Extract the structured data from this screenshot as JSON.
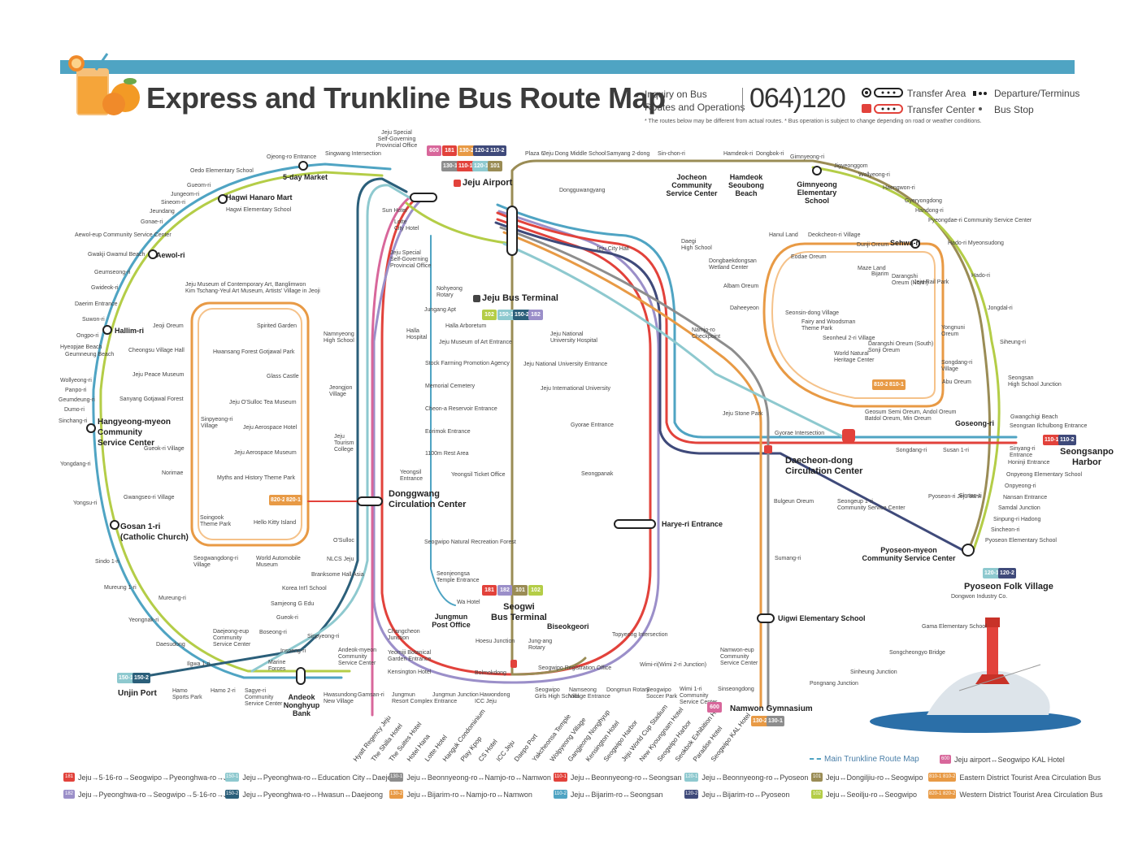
{
  "header": {
    "title": "Express and Trunkline Bus Route Map",
    "inquiry_line1": "Inquiry on Bus",
    "inquiry_line2": "Routes and Operations",
    "phone": "064)120",
    "legend_transfer_area": "Transfer Area",
    "legend_transfer_center": "Transfer Center",
    "legend_departure": "Departure/Terminus",
    "legend_bus_stop": "Bus Stop",
    "note": "* The routes below may be different from actual routes.  * Bus operation is subject to change depending on road or weather conditions."
  },
  "colors": {
    "topbar": "#4fa4c3",
    "r181": "#e2423b",
    "r182": "#9b8fc9",
    "r130": "#8d8d8d",
    "r120": "#e89a45",
    "r110": "#3f4a7a",
    "r101": "#9a8c55",
    "r102": "#b4cd47",
    "r150a": "#8ec9cf",
    "r150b": "#2b5f7a",
    "r600": "#d8679b",
    "outer_green": "#b4cd47",
    "outer_blue": "#4fa4c3"
  },
  "hubs": [
    {
      "id": "jeju-airport",
      "label": "Jeju Airport"
    },
    {
      "id": "jeju-bus-terminal",
      "label": "Jeju Bus Terminal"
    },
    {
      "id": "dongwang",
      "label": "Donggwang\nCirculation Center"
    },
    {
      "id": "seogwi",
      "label": "Seogwi\nBus Terminal"
    },
    {
      "id": "daecheon",
      "label": "Daecheon-dong\nCirculation Center"
    },
    {
      "id": "pyoseon-folk",
      "label": "Pyoseon Folk Village"
    },
    {
      "id": "seongsanpo",
      "label": "Seongsanpo\nHarbor"
    },
    {
      "id": "namwon",
      "label": "Namwon Gymnasium"
    },
    {
      "id": "unjin",
      "label": "Unjin Port"
    },
    {
      "id": "gosan",
      "label": "Gosan 1-ri\n(Catholic Church)"
    },
    {
      "id": "hangyeong",
      "label": "Hangyeong-myeon\nCommunity\nService Center"
    }
  ],
  "major_stops": [
    {
      "label": "5-day Market"
    },
    {
      "label": "Hagwi Hanaro Mart"
    },
    {
      "label": "Aewol-ri"
    },
    {
      "label": "Hallim-ri"
    },
    {
      "label": "Jocheon\nCommunity\nService Center"
    },
    {
      "label": "Hamdeok\nSeoubong\nBeach"
    },
    {
      "label": "Gimnyeong\nElementary\nSchool"
    },
    {
      "label": "Sehwa-ri"
    },
    {
      "label": "Goseong-ri"
    },
    {
      "label": "Pyoseon-myeon\nCommunity Service Center"
    },
    {
      "label": "Uigwi Elementary School"
    },
    {
      "label": "Harye-ri Entrance"
    },
    {
      "label": "Biseokgeori"
    },
    {
      "label": "Jungmun\nPost Office"
    },
    {
      "label": "Andeok\nNonghyup\nBank"
    },
    {
      "label": "Mureung-ri"
    }
  ],
  "minor_stops": [
    "Ojeong-ro Entrance",
    "Singwang Intersection",
    "Jeju Special\nSelf-Governing\nProvincial Office",
    "Plaza 6",
    "Jeju Dong Middle School",
    "Samyang 2-dong",
    "Sin-chon-ri",
    "Hamdeok-ri",
    "Dongbok-ri",
    "Gimnyeong-ri",
    "Oedo Elementary School",
    "Gueom-ri",
    "Jungeom-ri",
    "Sineom-ri",
    "Jeundang",
    "Gonae-ri",
    "Hagwi Elementary School",
    "Aewol-eup Community Service Center",
    "Gwakji Gwamul Beach",
    "Geumseong-ri",
    "Gwideok-ri",
    "Daerim Entrance",
    "Suwon-ri",
    "Ongpo-ri",
    "Hyeopjae Beach",
    "Geumneung Beach",
    "Wollyeong-ri",
    "Panpo-ri",
    "Geumdeung-ri",
    "Dumo-ri",
    "Sinchang-ri",
    "Yongdang-ri",
    "Yongsu-ri",
    "Sindo 1-ri",
    "Mureung 1-ri",
    "Yeongnak-ri",
    "Daesudong",
    "Ilgwa 1-ri",
    "Jeju Museum of Contemporary Art, Banglimwon\nKim Tschang-Yeul Art Museum, Artists' Village in Jeoji",
    "Jeoji Oreum",
    "Spirited Garden",
    "Cheongsu Village Hall",
    "Hwansang Forest Gotjawal Park",
    "Jeju Peace Museum",
    "Glass Castle",
    "Sanyang Gotjawal Forest",
    "Jeju O'Sulloc Tea Museum",
    "Sinpyeong-ri\nVillage",
    "Jeju Aerospace Hotel",
    "Gueok-ri Village",
    "Jeju Aerospace Museum",
    "Norimae",
    "Myths and History Theme Park",
    "Gwangseo-ri Village",
    "Soingook\nTheme Park",
    "Hello Kitty Island",
    "Seogwangdong-ri\nVillage",
    "World Automobile\nMuseum",
    "Sun Hotel",
    "Lotte\nCity Hotel",
    "Jeju Special\nSelf-Governing\nProvincial Office",
    "Namnyeong\nHigh School",
    "Halla\nHospital",
    "Jeongjon\nVillage",
    "Jeju\nTourism\nCollege",
    "O'Sulloc",
    "NLCS Jeju",
    "Branksome Hall Asia",
    "Korea Int'l School",
    "Samjeong G Edu",
    "Gueok-ri",
    "Boseong-ri",
    "Sinpyeong-ri",
    "Insoeng-ri",
    "Marine\nForces",
    "Daejeong-eup\nCommunity\nService Center",
    "Hamo\nSports Park",
    "Hamo 2-ri",
    "Sagye-ri\nCommunity\nService Center",
    "Hwasundong\nNew Village",
    "Gamsan-ri",
    "Andeok-myeon\nCommunity\nService Center",
    "Nohyeong\nRotary",
    "Jungang Apt",
    "Halla Arboretum",
    "Jeju Museum of Art Entrance",
    "Stock Farming Promotion Agency",
    "Memorial Cemetery",
    "Cheon-a Reservoir Entrance",
    "Eorimok Entrance",
    "1100m Rest Area",
    "Yeongsil\nEntrance",
    "Yeongsil Ticket Office",
    "Seogwipo Natural Recreation Forest",
    "Seonjeongsa\nTemple Entrance",
    "Wa Hotel",
    "Changcheon\nJunction",
    "Yeomiji Botanical\nGarden Entrance",
    "Kensington Hotel",
    "Hoesu Junction",
    "Jung-ang\nRotary",
    "Seogwipo Registration Office",
    "Bolmokdong",
    "Jungmun\nResort Complex Entrance",
    "Jungmun Junction",
    "Hawondong",
    "ICC Jeju",
    "Dongguwangyang",
    "Jeju City Hall",
    "Jeju National\nUniversity Hospital",
    "Jeju National University Entrance",
    "Jeju International University",
    "Gyorae Entrance",
    "Seongpanak",
    "Topyeong Intersection",
    "Seogwipo\nGirls High School",
    "Namseong\nVillage Entrance",
    "Dongmun Rotary",
    "Seogwipo\nSoccer Park",
    "Wimi 1-ri\nCommunity\nService Center",
    "Sinseongdong",
    "Wimi-ri(Wimi 2-ri Junction)",
    "Namwon-eup\nCommunity\nService Center",
    "Daegi\nHigh School",
    "Dongbaekdongsan\nWetland Center",
    "Albam Oreum",
    "Daheeyeon",
    "Namjo-ro\nCheckpoint",
    "Jeju Stone Park",
    "Gyorae Intersection",
    "Bulgeun Oreum",
    "Sumang-ri",
    "Hanul Land",
    "Deokcheon-ri Village",
    "Eodae Oreum",
    "Dunji Oreum",
    "Maze Land",
    "Bijarim",
    "Darangshi\nOreum (North)",
    "Jeju Rail Park",
    "Seonsin-dong Village",
    "Fairy and Woodsman\nTheme Park",
    "Seonheul 2-ri Village",
    "World Natural\nHeritage Center",
    "Darangshi Oreum (South)\nSonji Oreum",
    "Yongnuni\nOreum",
    "Songdang-ri\nVillage",
    "Abu Oreum",
    "Geosum Semi Oreum, Andol Oreum\nBatdol Oreum, Min Oreum",
    "Jigyeonggom",
    "Wollyeong-ri",
    "Haengwon-ri",
    "Gyeryongdong",
    "Handong-ri",
    "Pyeongdae-ri Community Service Center",
    "Hado-ri Myeonsudong",
    "Hado-ri",
    "Jongdal-ri",
    "Siheung-ri",
    "Seongsan\nHigh School Junction",
    "Gwangchigi Beach",
    "Seongsan Ilchulbong Entrance",
    "Sinyang-ri\nEntrance",
    "Honinji Entrance",
    "Onpyeong Elementary School",
    "Onpyeong-ri",
    "Nansan Entrance",
    "Samdal Junction",
    "Sinpung-ri Hadong",
    "Sincheon-ri",
    "Pyoseon Elementary School",
    "Songdang-ri",
    "Susan 1-ri",
    "Seongeup 1-ri\nCommunity Service Center",
    "Sinsan-ri",
    "Pyoseon-ri Jeju bank",
    "Dongwon Industry Co.",
    "Gama Elementary School",
    "Songcheongyo Bridge",
    "Sinheung Junction",
    "Pongnang Junction"
  ],
  "south_hotels": [
    "Hyatt Regency Jeju",
    "The Shilla Hotel",
    "The Suites Hotel",
    "Hotel Hana",
    "Lotte Hotel",
    "Hanguk Condominium",
    "Play Kpop",
    "CS Hotel",
    "ICC Jeju",
    "Daepo Port",
    "Yakcheonsa Temple",
    "Wolpyeong Village",
    "Gangjeong Nonghyup",
    "Kensington Hotel",
    "Seogwipo Harbor",
    "Jeju World Cup Stadium",
    "New Kyoungnam Hotel",
    "Seogwipo Harbor",
    "Seokbok Exhibition Hall",
    "Paradise Hotel",
    "Seogwipo KAL Hotel"
  ],
  "badges": {
    "airport_top": [
      "600",
      "181",
      "130-2",
      "120-2",
      "110-2"
    ],
    "airport_bottom": [
      "130-1",
      "110-1",
      "120-1",
      "101"
    ],
    "bus_terminal": [
      "102",
      "150-1",
      "150-2",
      "182"
    ],
    "seogwi": [
      "181",
      "182",
      "101",
      "102"
    ],
    "seongsanpo": [
      "110-1",
      "110-2"
    ],
    "pyoseon_folk": [
      "120-1",
      "120-2"
    ],
    "namwon": [
      "130-2",
      "130-1"
    ],
    "unjin": [
      "150-1",
      "150-2"
    ],
    "namwon_600": "600",
    "circ_west": [
      "820-2",
      "820-1"
    ],
    "circ_east": [
      "810-2",
      "810-1"
    ]
  },
  "bottom_legend": {
    "main_trunk": "Main Trunkline Route Map",
    "items": [
      {
        "code": "181",
        "color": "#e2423b",
        "text": "Jeju→5·16-ro→Seogwipo→Pyeonghwa-ro→Jeju"
      },
      {
        "code": "150-1",
        "color": "#8ec9cf",
        "text": "Jeju↔Pyeonghwa-ro↔Education City↔Daejeong"
      },
      {
        "code": "130-1",
        "color": "#8d8d8d",
        "text": "Jeju↔Beonnyeong-ro↔Namjo-ro↔Namwon"
      },
      {
        "code": "110-1",
        "color": "#e2423b",
        "text": "Jeju↔Beonnyeong-ro↔Seongsan"
      },
      {
        "code": "120-1",
        "color": "#8ec9cf",
        "text": "Jeju↔Beonnyeong-ro↔Pyoseon"
      },
      {
        "code": "101",
        "color": "#9a8c55",
        "text": "Jeju↔Dongiljiu-ro↔Seogwipo"
      },
      {
        "code": "810-1 810-2",
        "color": "#e89a45",
        "text": "Eastern District Tourist Area Circulation Bus"
      },
      {
        "code": "182",
        "color": "#9b8fc9",
        "text": "Jeju→Pyeonghwa-ro→Seogwipo→5·16-ro→Jeju"
      },
      {
        "code": "150-2",
        "color": "#2b5f7a",
        "text": "Jeju↔Pyeonghwa-ro↔Hwasun↔Daejeong"
      },
      {
        "code": "130-2",
        "color": "#e89a45",
        "text": "Jeju↔Bijarim-ro↔Namjo-ro↔Namwon"
      },
      {
        "code": "110-2",
        "color": "#4fa4c3",
        "text": "Jeju↔Bijarim-ro↔Seongsan"
      },
      {
        "code": "120-2",
        "color": "#3f4a7a",
        "text": "Jeju↔Bijarim-ro↔Pyoseon"
      },
      {
        "code": "102",
        "color": "#b4cd47",
        "text": "Jeju↔Seoilju-ro↔Seogwipo"
      },
      {
        "code": "820-1 820-2",
        "color": "#e89a45",
        "text": "Western District Tourist Area Circulation Bus"
      }
    ],
    "airport_kal": {
      "code": "600",
      "color": "#d8679b",
      "text": "Jeju airport↔Seogwipo KAL Hotel"
    }
  }
}
